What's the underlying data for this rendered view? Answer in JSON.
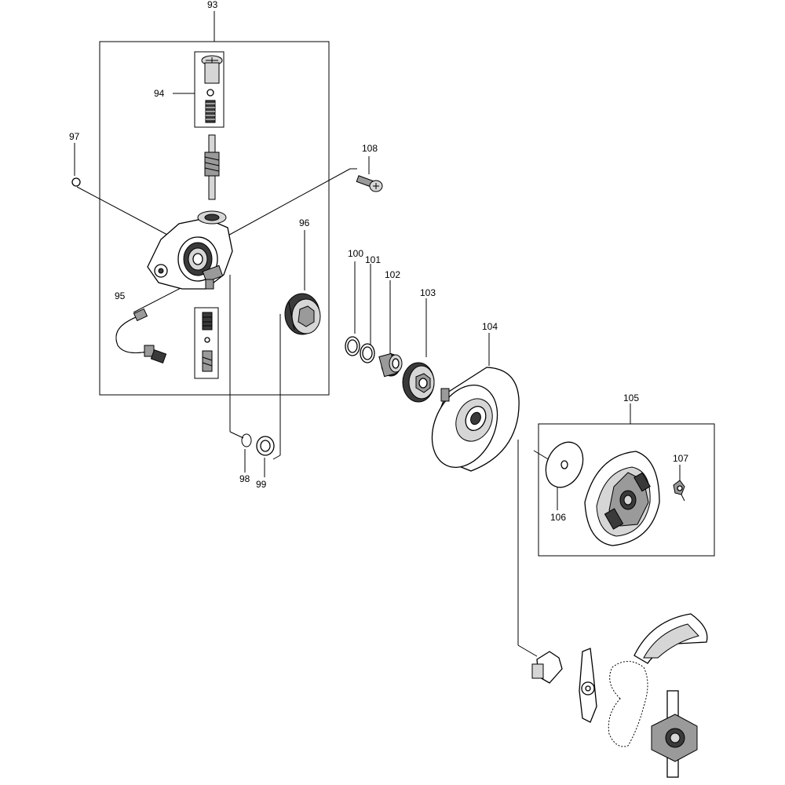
{
  "labels": {
    "p93": "93",
    "p94": "94",
    "p95": "95",
    "p96": "96",
    "p97": "97",
    "p98": "98",
    "p99": "99",
    "p100": "100",
    "p101": "101",
    "p102": "102",
    "p103": "103",
    "p104": "104",
    "p105": "105",
    "p106": "106",
    "p107": "107",
    "p108": "108"
  }
}
